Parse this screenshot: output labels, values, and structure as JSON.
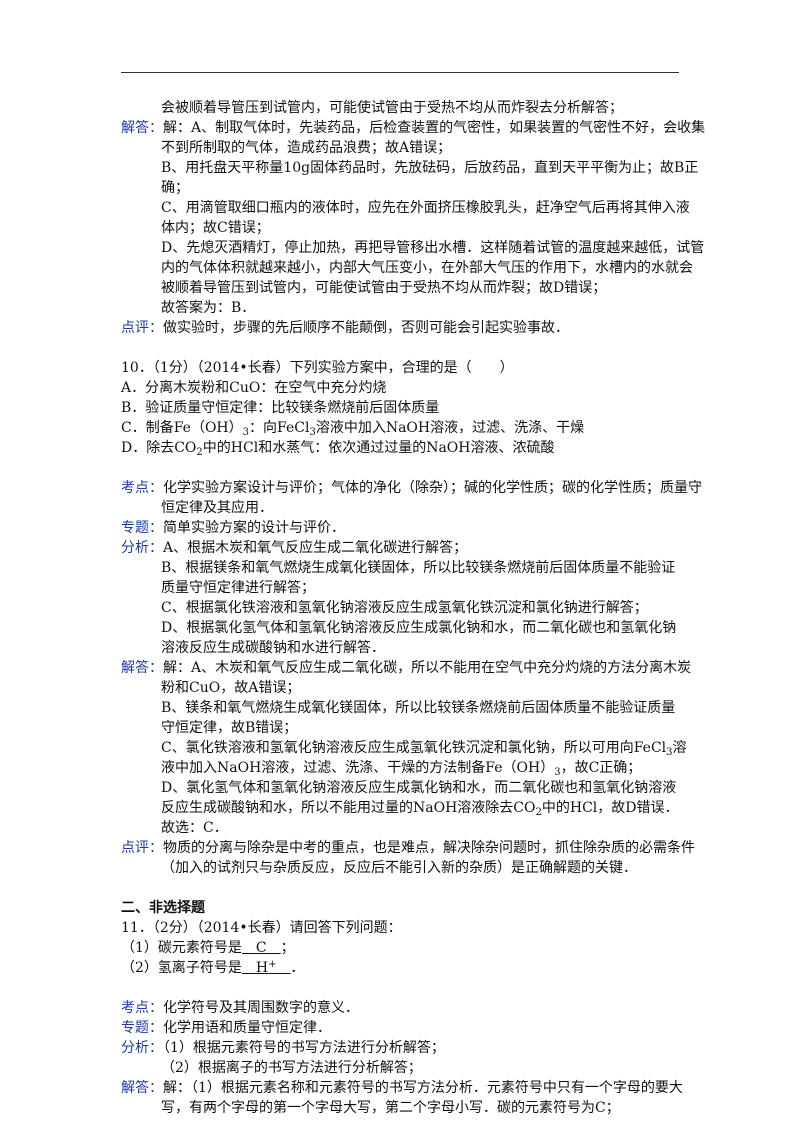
{
  "labels": {
    "answer": "解答：",
    "comment": "点评：",
    "kaodian": "考点：",
    "zhuanti": "专题：",
    "fenxi": "分析："
  },
  "q9": {
    "a0": "会被顺着导管压到试管内，可能使试管由于受热不均从而炸裂去分析解答；",
    "a1": "解：A、制取气体时，先装药品，后检查装置的气密性，如果装置的气密性不好，会收集",
    "a2": "不到所制取的气体，造成药品浪费；故A错误；",
    "a3": "B、用托盘天平称量10g固体药品时，先放砝码，后放药品，直到天平平衡为止；故B正",
    "a4": "确；",
    "a5": "C、用滴管取细口瓶内的液体时，应先在外面挤压橡胶乳头，赶净空气后再将其伸入液",
    "a6": "体内；故C错误；",
    "a7": "D、先熄灭酒精灯，停止加热，再把导管移出水槽．这样随着试管的温度越来越低，试管",
    "a8": "内的气体体积就越来越小，内部大气压变小，在外部大气压的作用下，水槽内的水就会",
    "a9": "被顺着导管压到试管内，可能使试管由于受热不均从而炸裂；故D错误；",
    "a10": "故答案为：B．",
    "comment": "做实验时，步骤的先后顺序不能颠倒，否则可能会引起实验事故．"
  },
  "q10": {
    "stem": "10．（1分）（2014•长春）下列实验方案中，合理的是（　　）",
    "optA_1": "A．分离木炭粉和CuO：在空气中充分灼烧",
    "optB": "B．验证质量守恒定律：比较镁条燃烧前后固体质量",
    "optC_1": "C．制备Fe（OH）",
    "optC_2": "3",
    "optC_3": "：向FeCl",
    "optC_4": "3",
    "optC_5": "溶液中加入NaOH溶液，过滤、洗涤、干燥",
    "optD_1": "D．除去CO",
    "optD_2": "2",
    "optD_3": "中的HCl和水蒸气：依次通过过量的NaOH溶液、浓硫酸",
    "kd1": "化学实验方案设计与评价；气体的净化（除杂）；碱的化学性质；碳的化学性质；质量守",
    "kd2": "恒定律及其应用．",
    "zt": "简单实验方案的设计与评价．",
    "f1": "A、根据木炭和氧气反应生成二氧化碳进行解答；",
    "f2": "B、根据镁条和氧气燃烧生成氧化镁固体，所以比较镁条燃烧前后固体质量不能验证",
    "f3": "质量守恒定律进行解答；",
    "f4": "C、根据氯化铁溶液和氢氧化钠溶液反应生成氢氧化铁沉淀和氯化钠进行解答；",
    "f5": "D、根据氯化氢气体和氢氧化钠溶液反应生成氯化钠和水，而二氧化碳也和氢氧化钠",
    "f6": "溶液反应生成碳酸钠和水进行解答．",
    "j1": "解：A、木炭和氧气反应生成二氧化碳，所以不能用在空气中充分灼烧的方法分离木炭",
    "j2": "粉和CuO，故A错误；",
    "j3": "B、镁条和氧气燃烧生成氧化镁固体，所以比较镁条燃烧前后固体质量不能验证质量",
    "j4": "守恒定律，故B错误；",
    "j5_1": "C、氯化铁溶液和氢氧化钠溶液反应生成氢氧化铁沉淀和氯化钠，所以可用向FeCl",
    "j5_2": "3",
    "j5_3": "溶",
    "j6_1": "液中加入NaOH溶液，过滤、洗涤、干燥的方法制备Fe（OH）",
    "j6_2": "3",
    "j6_3": "，故C正确；",
    "j7": "D、氯化氢气体和氢氧化钠溶液反应生成氯化钠和水，而二氧化碳也和氢氧化钠溶液",
    "j8_1": "反应生成碳酸钠和水，所以不能用过量的NaOH溶液除去CO",
    "j8_2": "2",
    "j8_3": "中的HCl，故D错误．",
    "j9": "故选：C．",
    "c1": "物质的分离与除杂是中考的重点，也是难点，解决除杂问题时，抓住除杂质的必需条件",
    "c2": "（加入的试剂只与杂质反应，反应后不能引入新的杂质）是正确解题的关键．"
  },
  "section2": {
    "heading": "二、非选择题"
  },
  "q11": {
    "stem": "11．（2分）（2014•长春）请回答下列问题：",
    "p1_pre": "（1）碳元素符号是",
    "p1_ans": "　C　",
    "p1_post": "；",
    "p2_pre": "（2）氢离子符号是",
    "p2_ans_1": "　H",
    "p2_ans_2": "+",
    "p2_ans_3": "　",
    "p2_post": "．",
    "kd": "化学符号及其周围数字的意义．",
    "zt": "化学用语和质量守恒定律．",
    "f1": "（1）根据元素符号的书写方法进行分析解答；",
    "f2": "（2）根据离子的书写方法进行分析解答；",
    "j1": "解：（1）根据元素名称和元素符号的书写方法分析．元素符号中只有一个字母的要大",
    "j2": "写，有两个字母的第一个字母大写，第二个字母小写．碳的元素符号为C；"
  }
}
